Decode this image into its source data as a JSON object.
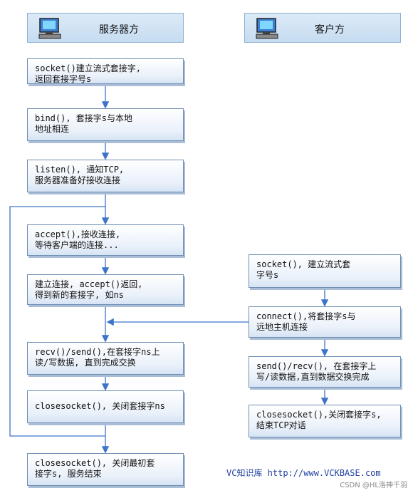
{
  "headers": {
    "server": "服务器方",
    "client": "客户方"
  },
  "server_steps": [
    "socket()建立流式套接字,\n返回套接字号s",
    "bind(), 套接字s与本地\n地址相连",
    "listen(), 通知TCP,\n服务器准备好接收连接",
    "accept(),接收连接,\n等待客户端的连接...",
    "建立连接, accept()返回,\n得到新的套接字, 如ns",
    "recv()/send(),在套接字ns上\n读/写数据, 直到完成交换",
    "closesocket(), 关闭套接字ns",
    "closesocket(), 关闭最初套\n接字s, 服务结束"
  ],
  "client_steps": [
    "socket(), 建立流式套\n字号s",
    "connect(),将套接字s与\n远地主机连接",
    "send()/recv(), 在套接字上\n写/读数据,直到数据交换完成",
    "closesocket(),关闭套接字s,\n结束TCP对话"
  ],
  "footer": "VC知识库 http://www.VCKBASE.com",
  "credit": "CSDN @HL洛神千羽"
}
